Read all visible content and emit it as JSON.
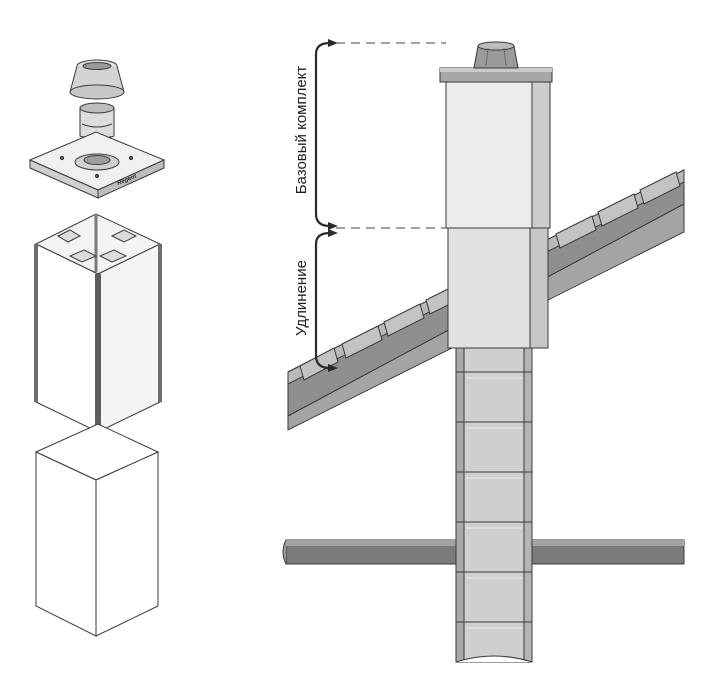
{
  "labels": {
    "base_kit": "Базовый комплект",
    "extension": "Удлинение"
  },
  "plate_logo": "Regent",
  "colors": {
    "line": "#3a3a3a",
    "roof": "#8f8f8f",
    "roof_light": "#b9b9b9",
    "chimney_face": "#e6e6e6",
    "chimney_shade": "#c9c9c9",
    "brick": "#cfcfcf",
    "beam": "#7b7b7b"
  }
}
